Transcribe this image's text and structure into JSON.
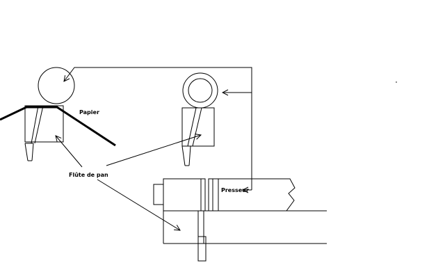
{
  "labels": {
    "paper": "Papier",
    "pan_flute": "Flûte de pan",
    "presser": "Presseur"
  },
  "colors": {
    "stroke": "#000000",
    "background": "#ffffff"
  }
}
